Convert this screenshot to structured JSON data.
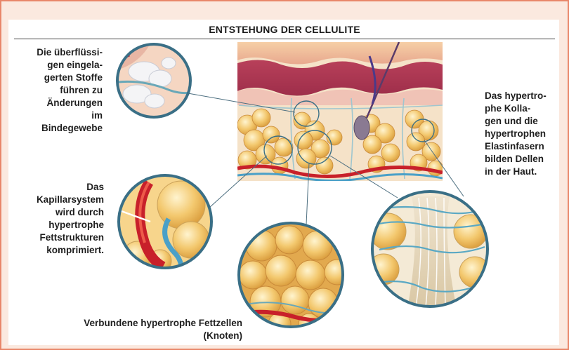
{
  "title": "ENTSTEHUNG DER CELLULITE",
  "labels": {
    "stoffe": [
      "Die überflüssi-",
      "gen eingela-",
      "gerten Stoffe",
      "führen zu",
      "Änderungen",
      "im",
      "Bindegewebe"
    ],
    "kapillar": [
      "Das",
      "Kapillarsystem",
      "wird durch",
      "hypertrophe",
      "Fettstrukturen",
      "komprimiert."
    ],
    "kollagen": [
      "Das hypertro-",
      "phe Kolla-",
      "gen und die",
      "hypertrophen",
      "Elastinfasern",
      "bilden Dellen",
      "in der Haut."
    ],
    "fett": [
      "Verbundene hypertrophe Fettzellen",
      "(Knoten)"
    ]
  },
  "icons": [
    "skin-cross-section-illustration",
    "stoffe-magnifier-icon",
    "capillary-magnifier-icon",
    "fat-cells-magnifier-icon",
    "collagen-magnifier-icon"
  ],
  "colors": {
    "frame": "#e8876a",
    "skin": "#c8546a",
    "fat": "#f2c46a",
    "lens": "#3a6f86",
    "vessel_red": "#c8202a",
    "vessel_blue": "#4aa0c8"
  }
}
